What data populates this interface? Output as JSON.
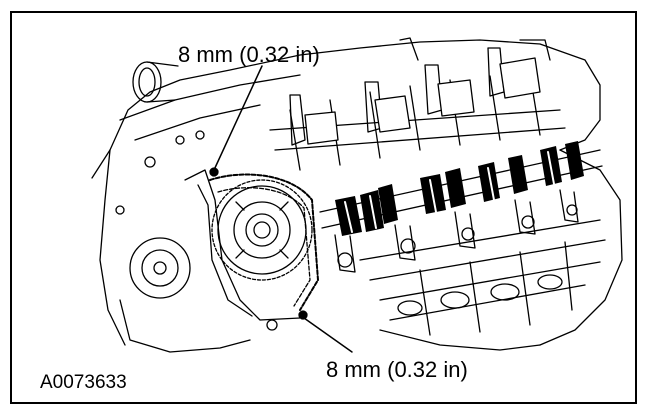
{
  "callouts": {
    "top": "8 mm (0.32 in)",
    "bottom": "8 mm (0.32 in)"
  },
  "figure_id": "A0073633",
  "colors": {
    "line": "#000000",
    "background": "#ffffff"
  }
}
